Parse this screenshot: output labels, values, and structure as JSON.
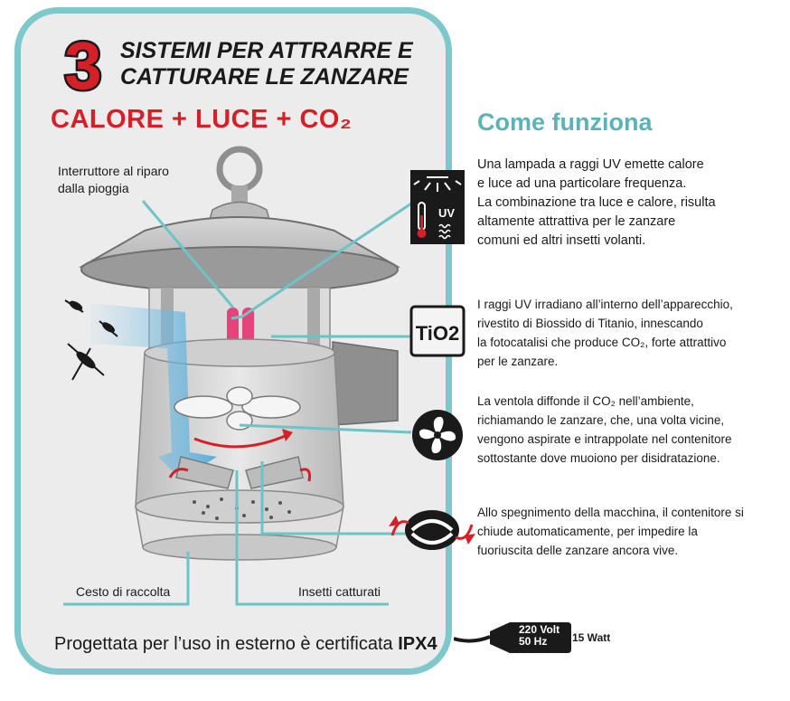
{
  "header": {
    "number": "3",
    "title_line1": "SISTEMI PER ATTRARRE E",
    "title_line2": "CATTURARE LE ZANZARE",
    "subtitle": "CALORE + LUCE + CO₂"
  },
  "callouts": {
    "switch_line1": "Interruttore al riparo",
    "switch_line2": "dalla pioggia",
    "basket": "Cesto di raccolta",
    "insects": "Insetti catturati"
  },
  "footer": {
    "note": "Progettata per l’uso in esterno è certificata ",
    "note_bold": "IPX4"
  },
  "how": {
    "title": "Come funziona",
    "paragraphs": [
      [
        "Una lampada a raggi UV emette calore",
        "e luce ad una particolare frequenza.",
        "La combinazione tra luce e calore, risulta",
        "altamente attrattiva per le zanzare",
        "comuni ed altri insetti volanti."
      ],
      [
        "I raggi UV irradiano all’interno dell’apparecchio,",
        "rivestito di Biossido di Titanio, innescando",
        "la fotocatalisi che produce CO₂, forte attrattivo",
        "per le zanzare."
      ],
      [
        "La ventola diffonde il CO₂ nell’ambiente,",
        "richiamando le zanzare, che, una volta vicine,",
        "vengono aspirate e intrappolate nel contenitore",
        "sottostante dove muoiono per disidratazione."
      ],
      [
        "Allo spegnimento della macchina, il contenitore si",
        "chiude automaticamente, per impedire la",
        "fuoriuscita delle zanzare ancora vive."
      ]
    ]
  },
  "icons": {
    "uv_label": "UV",
    "tio2_label": "TiO2",
    "uv_icon": "uv-lamp-icon",
    "fan_icon": "fan-icon",
    "close_icon": "auto-close-icon",
    "plug_icon": "power-plug-icon"
  },
  "power": {
    "voltage": "220 Volt",
    "frequency": "50 Hz",
    "wattage": "15 Watt"
  },
  "colors": {
    "panel_border": "#7dc8cc",
    "title_red": "#d62027",
    "title_teal": "#5ab3b9",
    "uv_pink": "#e4447a"
  }
}
